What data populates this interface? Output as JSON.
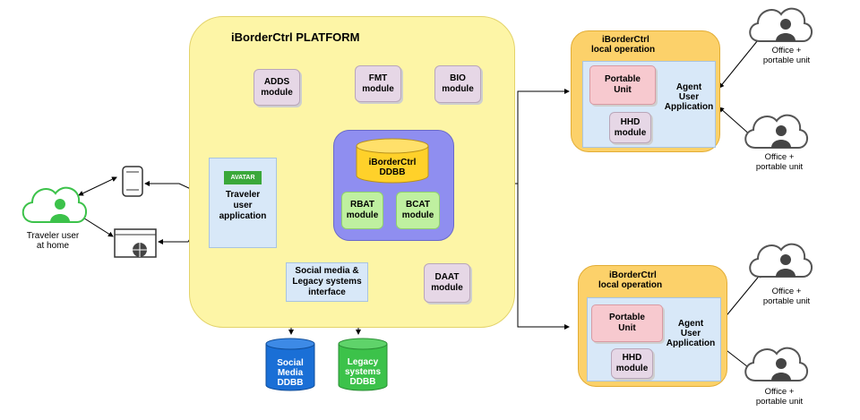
{
  "platform": {
    "title": "iBorderCtrl  PLATFORM"
  },
  "modules": {
    "adds": [
      "ADDS",
      "module"
    ],
    "fmt": [
      "FMT",
      "module"
    ],
    "bio": [
      "BIO",
      "module"
    ],
    "daat": [
      "DAAT",
      "module"
    ],
    "rbat": [
      "RBAT",
      "module"
    ],
    "bcat": [
      "BCAT",
      "module"
    ]
  },
  "ddbb": [
    "iBorderCtrl",
    "DDBB"
  ],
  "traveler_app": {
    "avatar": "AVATAR",
    "label": [
      "Traveler",
      "user",
      "application"
    ]
  },
  "social_interface": [
    "Social media &",
    "Legacy systems",
    "interface"
  ],
  "social_db": [
    "Social",
    "Media",
    "DDBB"
  ],
  "legacy_db": [
    "Legacy",
    "systems",
    "DDBB"
  ],
  "traveler_home": [
    "Traveler user",
    "at home"
  ],
  "local_ops": [
    {
      "title": [
        "iBorderCtrl",
        "local operation"
      ],
      "portable": [
        "Portable",
        "Unit"
      ],
      "hhd": [
        "HHD",
        "module"
      ],
      "agent": [
        "Agent",
        "User",
        "Application"
      ]
    },
    {
      "title": [
        "iBorderCtrl",
        "local operation"
      ],
      "portable": [
        "Portable",
        "Unit"
      ],
      "hhd": [
        "HHD",
        "module"
      ],
      "agent": [
        "Agent",
        "User",
        "Application"
      ]
    }
  ],
  "offices": [
    [
      "Office +",
      "portable unit"
    ],
    [
      "Office +",
      "portable unit"
    ],
    [
      "Office +",
      "portable unit"
    ],
    [
      "Office +",
      "portable unit"
    ]
  ],
  "colors": {
    "platform": "#fdf5a6",
    "core": "#8f8ef0",
    "local": "#fcd16a",
    "social_db": "#1a6fd6",
    "legacy_db": "#3cc24a",
    "cloud": "#3cc24a"
  }
}
